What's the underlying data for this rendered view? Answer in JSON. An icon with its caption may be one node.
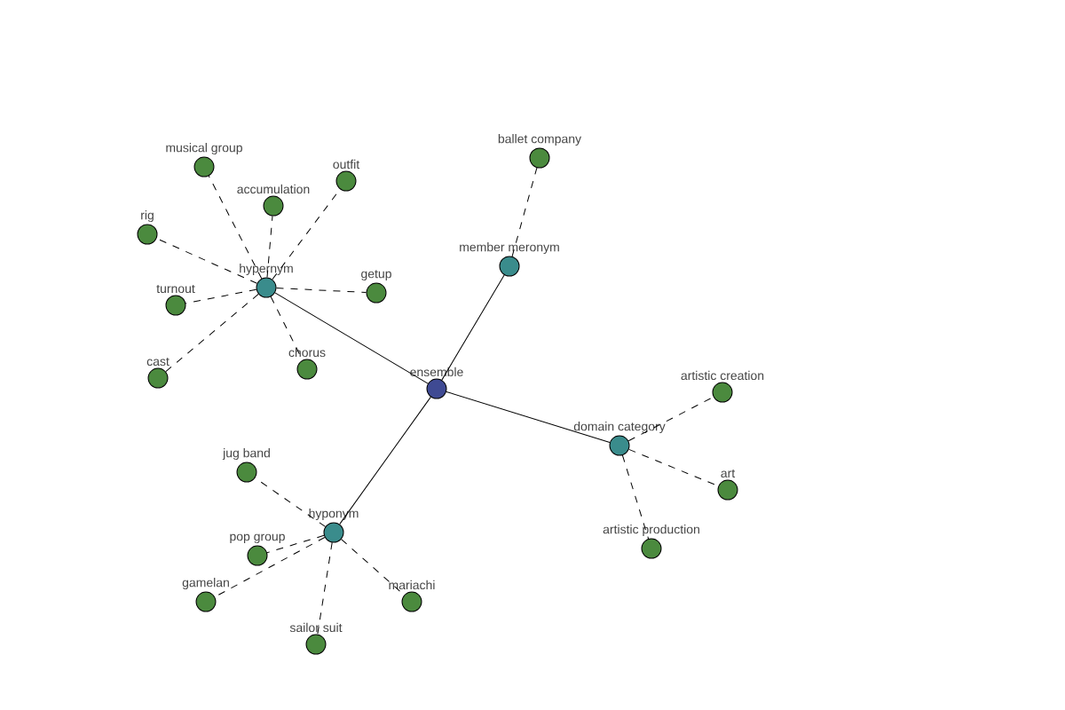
{
  "diagram": {
    "nodes": [
      {
        "text": [
          "ensemble"
        ]
      },
      {
        "text": [
          "hypernym"
        ]
      },
      {
        "text": [
          "musical group"
        ]
      },
      {
        "text": [
          "accumulation"
        ]
      },
      {
        "text": [
          "outfit"
        ]
      },
      {
        "text": [
          "rig"
        ]
      },
      {
        "text": [
          "turnout"
        ]
      },
      {
        "text": [
          "getup"
        ]
      },
      {
        "text": [
          "cast"
        ]
      },
      {
        "text": [
          "chorus"
        ]
      },
      {
        "text": [
          "member meronym"
        ]
      },
      {
        "text": [
          "ballet company"
        ]
      },
      {
        "text": [
          "domain category"
        ]
      },
      {
        "text": [
          "artistic creation"
        ]
      },
      {
        "text": [
          "art"
        ]
      },
      {
        "text": [
          "artistic production"
        ]
      },
      {
        "text": [
          "hyponym"
        ]
      },
      {
        "text": [
          "jug band"
        ]
      },
      {
        "text": [
          "pop group"
        ]
      },
      {
        "text": [
          "gamelan"
        ]
      },
      {
        "text": [
          "mariachi"
        ]
      },
      {
        "text": [
          "sailor suit"
        ]
      }
    ],
    "edges": [
      {
        "from": 0,
        "to": 1,
        "arrow": "none"
      },
      {
        "from": 0,
        "to": 10,
        "arrow": "none"
      },
      {
        "from": 0,
        "to": 12,
        "arrow": "none"
      },
      {
        "from": 0,
        "to": 16,
        "arrow": "none"
      },
      {
        "from": 1,
        "to": 2,
        "arrow": "none",
        "style": "dashed"
      },
      {
        "from": 1,
        "to": 3,
        "arrow": "none",
        "style": "dashed"
      },
      {
        "from": 1,
        "to": 4,
        "arrow": "none",
        "style": "dashed"
      },
      {
        "from": 1,
        "to": 5,
        "arrow": "none",
        "style": "dashed"
      },
      {
        "from": 1,
        "to": 6,
        "arrow": "none",
        "style": "dashed"
      },
      {
        "from": 1,
        "to": 7,
        "arrow": "none",
        "style": "dashed"
      },
      {
        "from": 1,
        "to": 8,
        "arrow": "none",
        "style": "dashed"
      },
      {
        "from": 1,
        "to": 9,
        "arrow": "none",
        "style": "dashed"
      },
      {
        "from": 10,
        "to": 11,
        "arrow": "none",
        "style": "dashed"
      },
      {
        "from": 12,
        "to": 13,
        "arrow": "none",
        "style": "dashed"
      },
      {
        "from": 12,
        "to": 14,
        "arrow": "none",
        "style": "dashed"
      },
      {
        "from": 12,
        "to": 15,
        "arrow": "none",
        "style": "dashed"
      },
      {
        "from": 16,
        "to": 17,
        "arrow": "none",
        "style": "dashed"
      },
      {
        "from": 16,
        "to": 18,
        "arrow": "none",
        "style": "dashed"
      },
      {
        "from": 16,
        "to": 19,
        "arrow": "none",
        "style": "dashed"
      },
      {
        "from": 16,
        "to": 20,
        "arrow": "none",
        "style": "dashed"
      },
      {
        "from": 16,
        "to": 21,
        "arrow": "none",
        "style": "dashed"
      }
    ]
  }
}
